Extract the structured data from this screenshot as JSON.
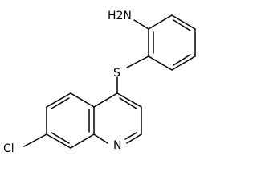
{
  "molecule": {
    "atoms": {
      "amine": "H2N",
      "sulfur": "S",
      "nitrogen": "N",
      "chlorine": "Cl"
    }
  },
  "colors": {
    "background": "#ffffff",
    "ink": "#000000"
  }
}
